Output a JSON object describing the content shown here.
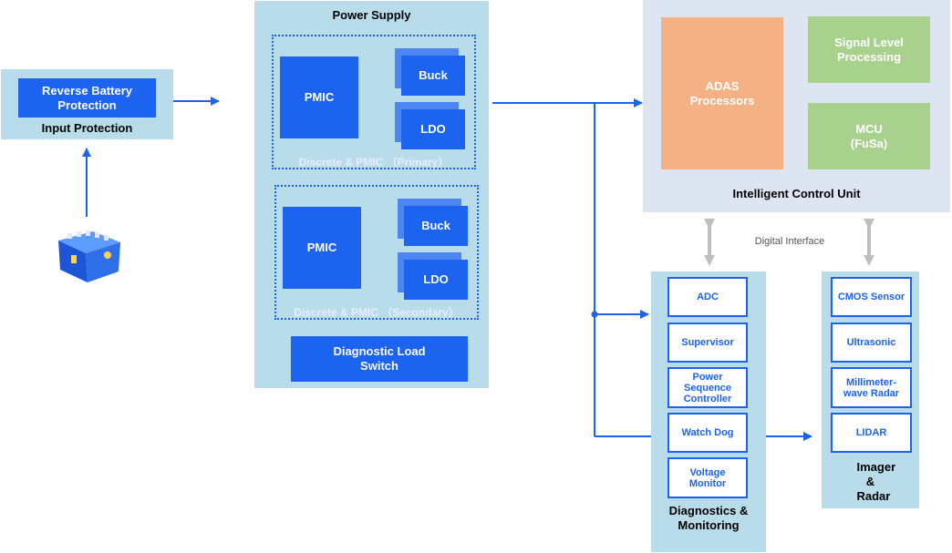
{
  "input_protection": {
    "title": "Input Protection",
    "reverse_battery": "Reverse Battery Protection"
  },
  "battery_icon": "car-battery-icon",
  "power_supply": {
    "title": "Power Supply",
    "primary": {
      "pmic": "PMIC",
      "buck": "Buck",
      "ldo": "LDO",
      "label": "Discrete & PMIC （Primary）"
    },
    "secondary": {
      "pmic": "PMIC",
      "buck": "Buck",
      "ldo": "LDO",
      "label": "Discrete & PMIC （Secondary）"
    },
    "diagnostic_load_switch": "Diagnostic Load Switch"
  },
  "icu": {
    "title": "Intelligent Control Unit",
    "adas": "ADAS Processors",
    "signal_level": "Signal Level Processing",
    "mcu": "MCU (FuSa)"
  },
  "digital_interface": "Digital Interface",
  "diagnostics": {
    "title": "Diagnostics & Monitoring",
    "items": [
      "ADC",
      "Supervisor",
      "Power Sequence Controller",
      "Watch Dog",
      "Voltage Monitor"
    ]
  },
  "imager": {
    "title": "Imager & Radar",
    "items": [
      "CMOS Sensor",
      "Ultrasonic",
      "Millimeter-wave Radar",
      "LIDAR"
    ]
  },
  "colors": {
    "panel": "#b8dce9",
    "block_blue": "#1c63f0",
    "icu_background": "#dde5f3",
    "adas": "#f4b183",
    "green": "#a9d18e",
    "connector_gray": "#bfbfbf"
  }
}
